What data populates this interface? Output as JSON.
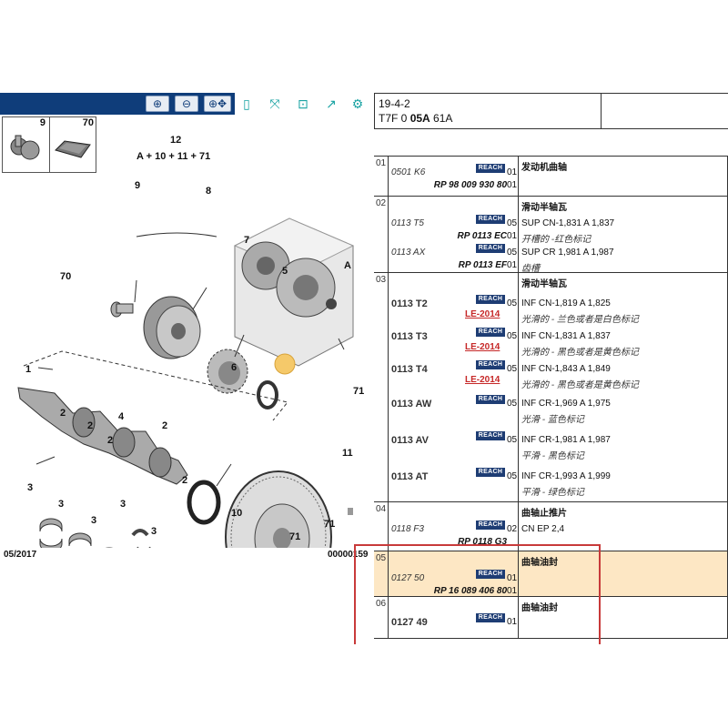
{
  "toolbar": {
    "buttons": [
      {
        "icon": "zoom-in-icon",
        "glyph": "⊕"
      },
      {
        "icon": "zoom-out-icon",
        "glyph": "⊖"
      },
      {
        "icon": "zoom-pan-icon",
        "glyph": "⊕✥"
      }
    ],
    "tools": [
      {
        "icon": "page-icon",
        "glyph": "▯"
      },
      {
        "icon": "fit-icon",
        "glyph": "⤧"
      },
      {
        "icon": "save-icon",
        "glyph": "⊡"
      },
      {
        "icon": "export-icon",
        "glyph": "↗"
      },
      {
        "icon": "settings-icon",
        "glyph": "⚙"
      }
    ]
  },
  "thumbs": [
    {
      "num": "9"
    },
    {
      "num": "70"
    }
  ],
  "diagram": {
    "group_label_num": "12",
    "group_label_formula": "A + 10 + 11 + 71",
    "callouts": [
      "9",
      "8",
      "7",
      "5",
      "70",
      "A",
      "1",
      "6",
      "71",
      "2",
      "4",
      "2",
      "2",
      "2",
      "3",
      "3",
      "3",
      "3",
      "11",
      "71",
      "71",
      "10",
      "3",
      "2"
    ],
    "footer_left": "05/2017",
    "footer_right": "00000159",
    "highlight_color": "#f5c96a"
  },
  "header": {
    "line1": "19-4-2",
    "line2_pre": "T7F 0 ",
    "line2_bold": "05A",
    "line2_post": " 61A"
  },
  "badge": "REACH",
  "sections": [
    {
      "idx": "01",
      "title": "发动机曲轴",
      "rows": [
        {
          "ref": "0501 K6",
          "bold": false,
          "qty": "01",
          "rp": "RP 98 009 930 80",
          "rp_qty": "01",
          "le": "",
          "desc": "",
          "desc2": ""
        }
      ]
    },
    {
      "idx": "02",
      "title": "滑动半轴瓦",
      "rows": [
        {
          "ref": "0113 T5",
          "bold": false,
          "qty": "05",
          "rp": "RP 0113 EC",
          "rp_qty": "01",
          "le": "",
          "desc": "SUP CN-1,831 A 1,837",
          "desc2": "开槽的 -红色标记"
        },
        {
          "ref": "0113 AX",
          "bold": false,
          "qty": "05",
          "rp": "RP 0113 EF",
          "rp_qty": "01",
          "le": "",
          "desc": "SUP CR 1,981 A 1,987",
          "desc2": "齿槽"
        }
      ]
    },
    {
      "idx": "03",
      "title": "滑动半轴瓦",
      "rows": [
        {
          "ref": "0113 T2",
          "bold": true,
          "qty": "05",
          "rp": "",
          "rp_qty": "",
          "le": "LE-2014",
          "desc": "INF CN-1,819 A 1,825",
          "desc2": "光滑的 - 兰色或者是白色标记"
        },
        {
          "ref": "0113 T3",
          "bold": true,
          "qty": "05",
          "rp": "",
          "rp_qty": "",
          "le": "LE-2014",
          "desc": "INF CN-1,831 A 1,837",
          "desc2": "光滑的 - 黑色或者是黄色标记"
        },
        {
          "ref": "0113 T4",
          "bold": true,
          "qty": "05",
          "rp": "",
          "rp_qty": "",
          "le": "LE-2014",
          "desc": "INF CN-1,843 A 1,849",
          "desc2": "光滑的 - 黑色或者是黄色标记"
        },
        {
          "ref": "0113 AW",
          "bold": true,
          "qty": "05",
          "rp": "",
          "rp_qty": "",
          "le": "",
          "desc": "INF CR-1,969 A 1,975",
          "desc2": "光滑 - 蓝色标记"
        },
        {
          "ref": "0113 AV",
          "bold": true,
          "qty": "05",
          "rp": "",
          "rp_qty": "",
          "le": "",
          "desc": "INF CR-1,981 A 1,987",
          "desc2": "平滑 - 黑色标记"
        },
        {
          "ref": "0113 AT",
          "bold": true,
          "qty": "05",
          "rp": "",
          "rp_qty": "",
          "le": "",
          "desc": "INF CR-1,993 A 1,999",
          "desc2": "平滑 - 绿色标记"
        }
      ]
    },
    {
      "idx": "04",
      "title": "曲轴止推片",
      "rows": [
        {
          "ref": "0118 F3",
          "bold": false,
          "qty": "02",
          "rp": "RP 0118 G3",
          "rp_qty": "",
          "le": "",
          "desc": "CN EP 2,4",
          "desc2": ""
        }
      ]
    },
    {
      "idx": "05",
      "title": "曲轴油封",
      "rows": [
        {
          "ref": "0127 50",
          "bold": false,
          "qty": "01",
          "rp": "RP 16 089 406 80",
          "rp_qty": "01",
          "le": "",
          "desc": "",
          "desc2": ""
        }
      ]
    },
    {
      "idx": "06",
      "title": "曲轴油封",
      "rows": [
        {
          "ref": "0127 49",
          "bold": true,
          "qty": "01",
          "rp": "",
          "rp_qty": "",
          "le": "",
          "desc": "",
          "desc2": ""
        }
      ]
    }
  ],
  "colors": {
    "accent": "#0f3d7a",
    "highlight_row": "#fde7c4",
    "selection_box": "#c83a3a",
    "le_link": "#c62828"
  }
}
